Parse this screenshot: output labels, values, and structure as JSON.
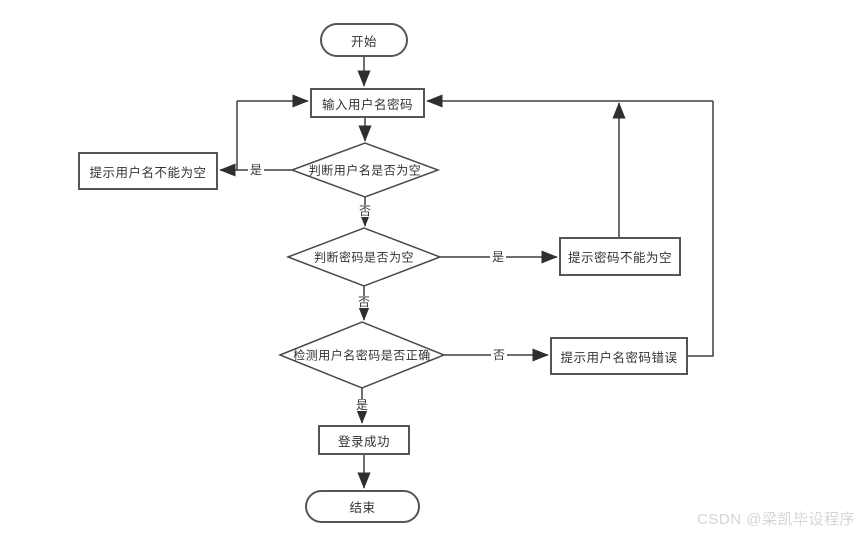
{
  "flowchart": {
    "nodes": {
      "start": {
        "label": "开始",
        "shape": "stadium"
      },
      "input_credentials": {
        "label": "输入用户名密码",
        "shape": "rect"
      },
      "check_username_empty": {
        "label": "判断用户名是否为空",
        "shape": "diamond"
      },
      "prompt_username_empty": {
        "label": "提示用户名不能为空",
        "shape": "rect"
      },
      "check_password_empty": {
        "label": "判断密码是否为空",
        "shape": "diamond"
      },
      "prompt_password_empty": {
        "label": "提示密码不能为空",
        "shape": "rect"
      },
      "check_credentials_correct": {
        "label": "检测用户名密码是否正确",
        "shape": "diamond"
      },
      "prompt_credentials_error": {
        "label": "提示用户名密码错误",
        "shape": "rect"
      },
      "login_success": {
        "label": "登录成功",
        "shape": "rect"
      },
      "end": {
        "label": "结束",
        "shape": "stadium"
      }
    },
    "edge_labels": {
      "username_empty_yes": "是",
      "username_empty_no": "否",
      "password_empty_yes": "是",
      "password_empty_no": "否",
      "credentials_incorrect_no": "否",
      "credentials_correct_yes": "是"
    },
    "colors": {
      "line": "#3f3f3f",
      "arrowhead": "#2f2f2f",
      "node_border": "#555555",
      "text": "#333333",
      "background": "#ffffff"
    }
  },
  "watermark": {
    "text": "CSDN @梁凯毕设程序",
    "color": "#d5d5d5"
  }
}
